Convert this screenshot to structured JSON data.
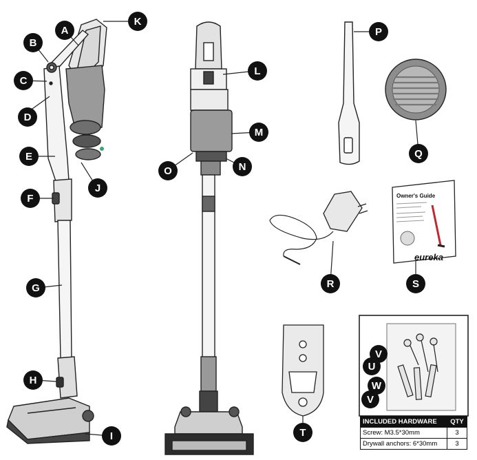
{
  "labels": [
    "A",
    "B",
    "C",
    "D",
    "E",
    "F",
    "G",
    "H",
    "I",
    "J",
    "K",
    "L",
    "M",
    "N",
    "O",
    "P",
    "Q",
    "R",
    "S",
    "T",
    "U",
    "V",
    "W",
    "V"
  ],
  "manual": {
    "title": "Owner's Guide",
    "brand": "eureka"
  },
  "hardware_table": {
    "header": "INCLUDED HARDWARE",
    "qty_header": "QTY",
    "rows": [
      {
        "item": "Screw: M3.5*30mm",
        "qty": "3"
      },
      {
        "item": "Drywall anchors:  6*30mm",
        "qty": "3"
      }
    ]
  },
  "colors": {
    "badge": "#111111",
    "line": "#222222",
    "body_grey": "#8a8a8a",
    "accent_green": "#3aa676",
    "accent_red": "#c0282e"
  }
}
